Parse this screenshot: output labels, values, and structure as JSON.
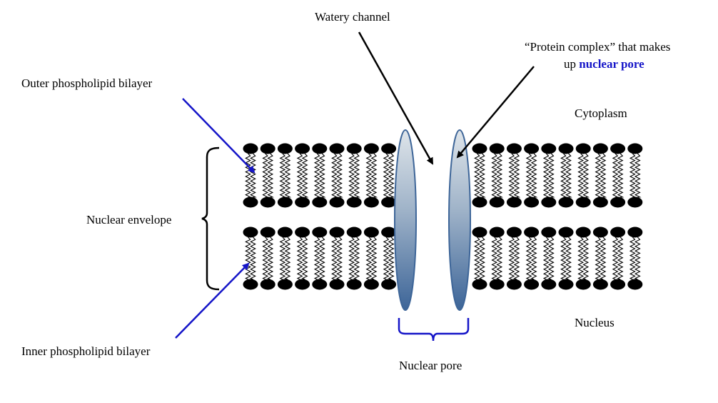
{
  "labels": {
    "watery_channel": "Watery channel",
    "protein_complex_line1": "“Protein complex” that makes",
    "protein_complex_line2_prefix": "up ",
    "protein_complex_highlight": "nuclear pore",
    "outer_bilayer": "Outer phospholipid bilayer",
    "cytoplasm": "Cytoplasm",
    "nuclear_envelope": "Nuclear envelope",
    "nucleus": "Nucleus",
    "inner_bilayer": "Inner phospholipid bilayer",
    "nuclear_pore": "Nuclear pore"
  },
  "colors": {
    "pointer_blue": "#1515c8",
    "head": "#000000",
    "pore_dark": "#3d6598",
    "pore_light": "#dde4ea",
    "highlight": "#1515c8"
  }
}
